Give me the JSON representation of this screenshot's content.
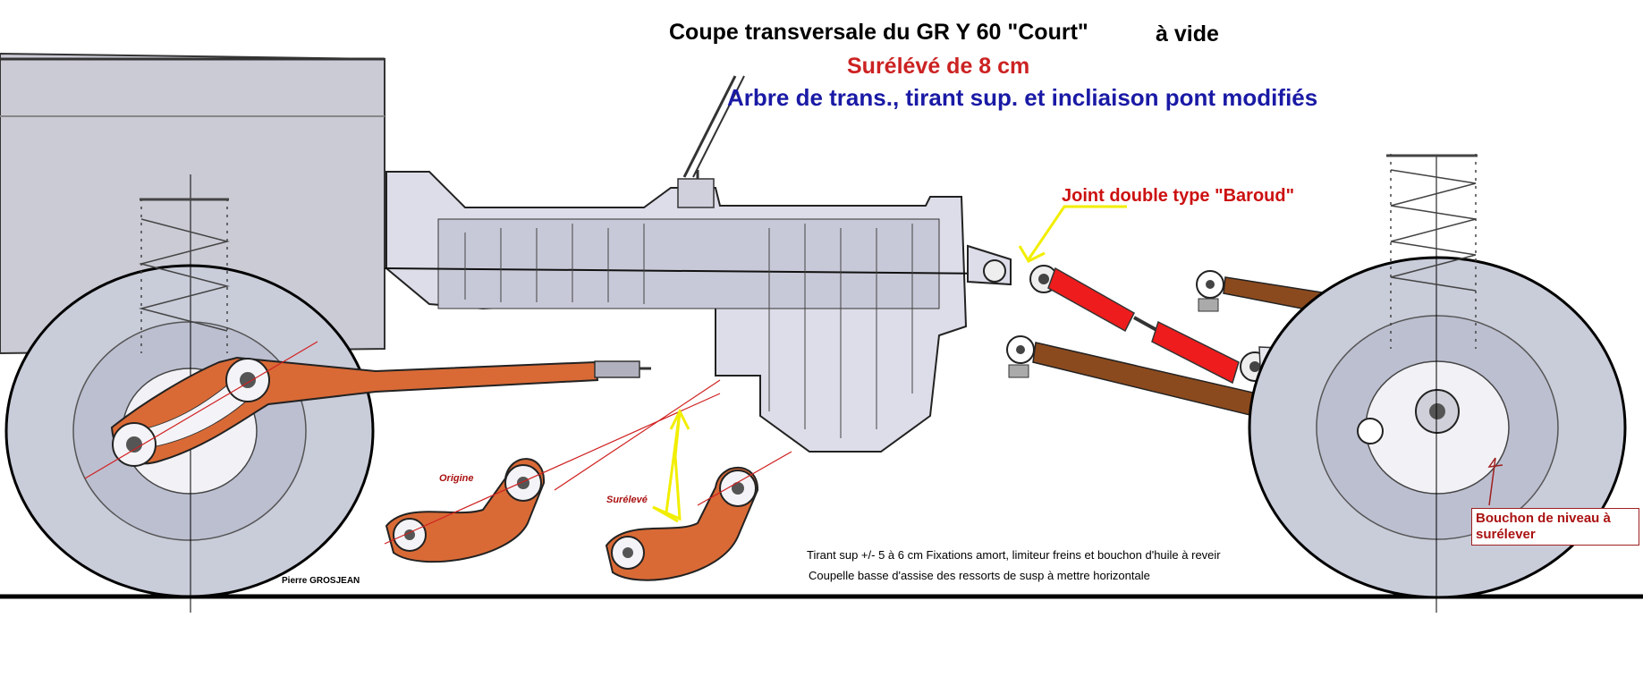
{
  "title": {
    "main": "Coupe transversale du GR Y 60 \"Court\"",
    "load_state": "à vide",
    "raised": "Surélévé de 8 cm",
    "modifications": "Arbre de trans., tirant sup. et incliaison pont modifiés"
  },
  "labels": {
    "joint": "Joint double type \"Baroud\"",
    "origine": "Origine",
    "sureleve": "Surélevé",
    "bouchon": "Bouchon de niveau à surélever",
    "note_line1": "Tirant sup +/- 5 à 6 cm     Fixations amort, limiteur freins et bouchon d'huile à reveir",
    "note_line2": "Coupelle basse d'assise des ressorts de  susp à mettre  horizontale",
    "author": "Pierre GROSJEAN"
  },
  "colors": {
    "tyre": "#c9ccd9",
    "body_panel": "#cbcbd6",
    "gearbox": "#dcdde8",
    "arm_orange": "#d96a36",
    "arm_brown": "#8b4a1e",
    "shaft_red": "#ee1c1c",
    "arrow_yellow": "#f2ee00",
    "guide_red": "#d02020",
    "title_red": "#cc2222",
    "title_blue": "#1a1aa6"
  }
}
